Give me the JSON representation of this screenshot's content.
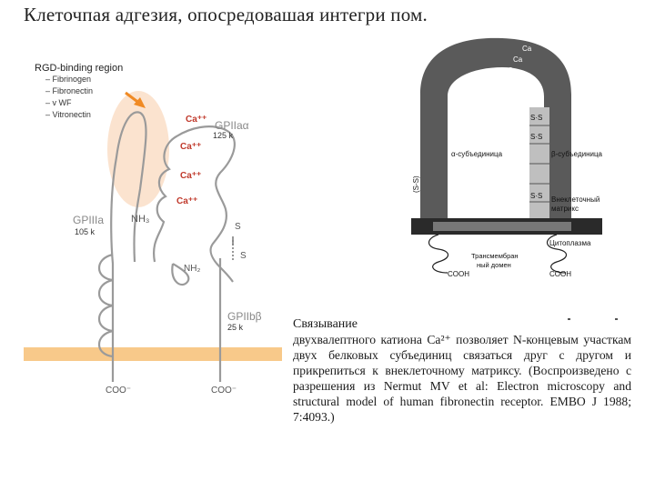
{
  "page_title": "Клеточпая адгезия, опосредовашая интегри пом.",
  "left": {
    "region_title": "RGD-binding region",
    "ligands": [
      "– Fibrinogen",
      "– Fibronectin",
      "– v WF",
      "– Vitronectin"
    ],
    "gp2b_alpha": "GPIIaα",
    "gp2b_alpha_mass": "125 k",
    "gp3a": "GPIIIa",
    "gp3a_mass": "105 k",
    "gp2b_beta": "GPIIbβ",
    "gp2b_beta_mass": "25 k",
    "ca": "Ca⁺⁺",
    "nh3": "NH₃",
    "nh2": "NH₂",
    "s": "S",
    "coo": "COO⁻",
    "colors": {
      "membrane": "#f8c98a",
      "region": "#fbe3cf",
      "arrow": "#f08a24",
      "chain": "#9a9a9a",
      "ca": "#c0392b"
    }
  },
  "right": {
    "ca_label": "Ca",
    "ss": "S·S",
    "ss_side": "(S-S)",
    "alpha": "α-субъединица",
    "beta": "β-субъединица",
    "matrix_line1": "Внеклеточный",
    "matrix_line2": "матрикс",
    "cytoplasm": "Цитоплазма",
    "tm_line1": "Трансмембран",
    "tm_line2": "ный домен",
    "cooh": "COOH"
  },
  "caption": {
    "heading": "Связывание",
    "body": "двухвалептного катиона Ca²⁺ позволяет N-концевым участкам двух белковых субъединиц связаться друг с другом и прикрепиться к внеклеточному матриксу. (Воспроизведено с разрешения из Nermut MV et al: Electron microscopy and structural model of human fibronectin receptor. EMBO J 1988; 7:4093.)"
  }
}
